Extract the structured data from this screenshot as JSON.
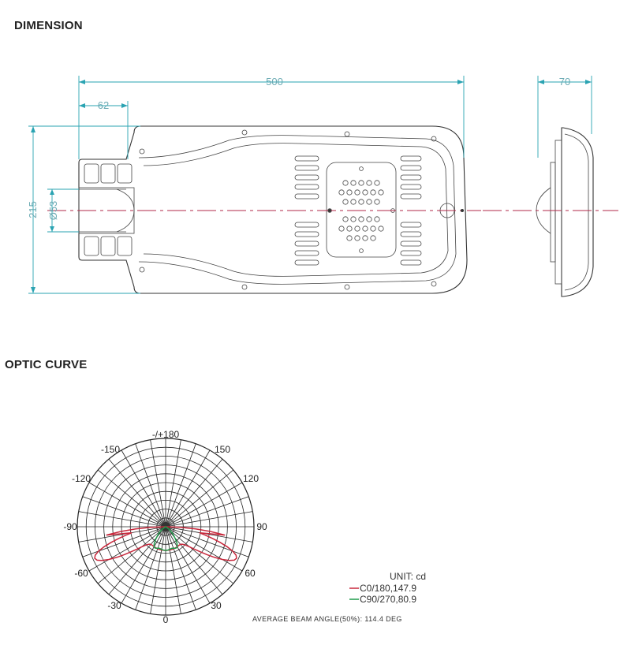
{
  "headings": {
    "dimension": "DIMENSION",
    "optic_curve": "OPTIC CURVE"
  },
  "dimensions": {
    "length": "500",
    "neck_length": "62",
    "height": "215",
    "diameter": "Ø53",
    "depth": "70"
  },
  "polar": {
    "angle_labels": [
      "-/+180",
      "-150",
      "150",
      "-120",
      "120",
      "-90",
      "90",
      "-60",
      "60",
      "-30",
      "30",
      "0"
    ],
    "unit": "UNIT: cd",
    "series": [
      {
        "name": "C0/180,147.9",
        "color": "#c8283c"
      },
      {
        "name": "C90/270,80.9",
        "color": "#1f9a4a"
      }
    ],
    "beam_angle": "AVERAGE BEAM ANGLE(50%): 114.4  DEG"
  }
}
